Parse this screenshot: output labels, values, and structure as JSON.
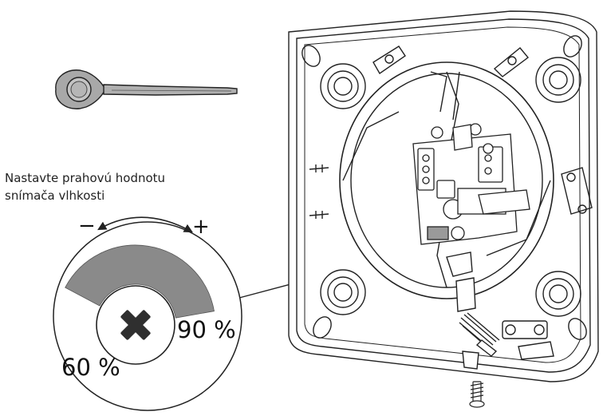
{
  "instruction": {
    "line1": "Nastavte prahovú hodnotu",
    "line2": "snímača vlhkosti"
  },
  "dial": {
    "minus": "−",
    "plus": "+",
    "min_label": "60 %",
    "max_label": "90 %",
    "set_fraction": 1.0
  },
  "icons": [
    "screwdriver-tool-icon",
    "adjust-arrow-icon",
    "dial-center-cross-icon",
    "screw-icon"
  ],
  "colors": {
    "arc_fill": "#8a8a8a",
    "line": "#222222",
    "tool_fill": "#a8a8a8",
    "cross": "#2f2f2f"
  }
}
